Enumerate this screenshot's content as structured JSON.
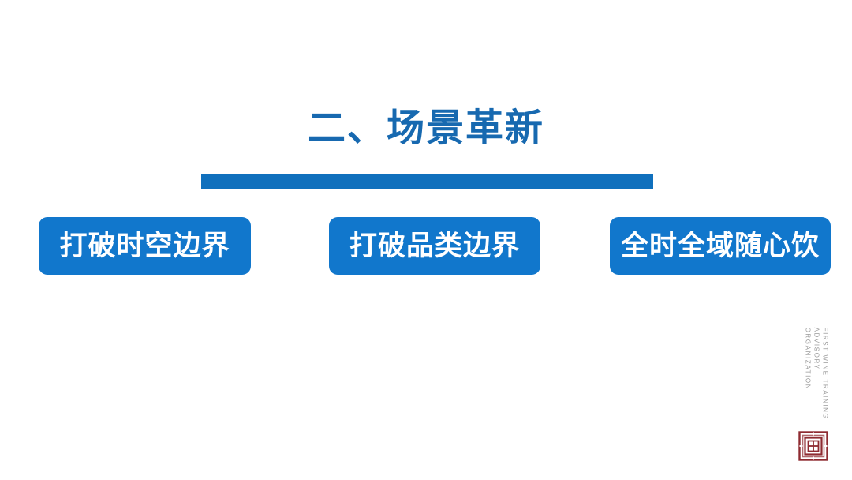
{
  "slide": {
    "title": "二、场景革新",
    "title_color": "#1769b0",
    "background_color": "#ffffff",
    "accent_bar_color": "#1070bd",
    "divider_line_color": "#c9d6de",
    "pills": [
      {
        "label": "打破时空边界",
        "bg_color": "#1177cc",
        "text_color": "#ffffff"
      },
      {
        "label": "打破品类边界",
        "bg_color": "#1177cc",
        "text_color": "#ffffff"
      },
      {
        "label": "全时全域随心饮",
        "bg_color": "#1177cc",
        "text_color": "#ffffff"
      }
    ],
    "watermark": {
      "lines": [
        "FIRST WINE TRAINING",
        "ADVISORY",
        "ORGANIZATION"
      ],
      "color": "#9a9a9a"
    },
    "seal": {
      "name": "square-seal-logo",
      "color": "#8e2b31"
    }
  }
}
